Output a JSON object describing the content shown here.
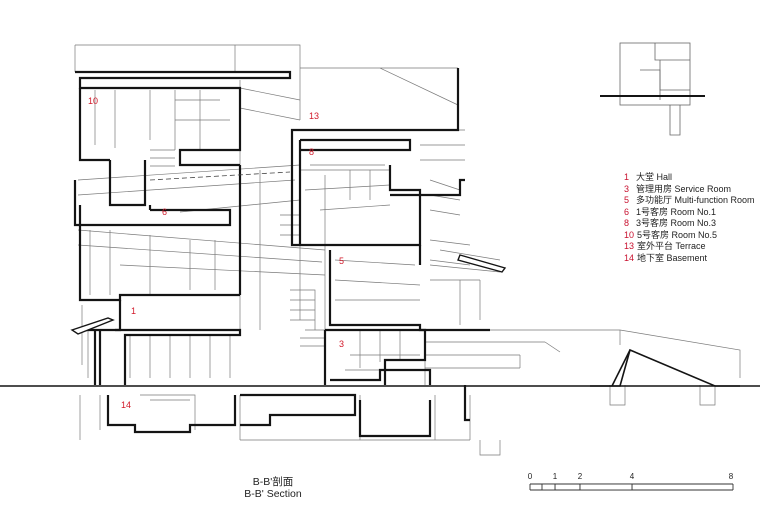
{
  "legend": [
    {
      "num": "1",
      "text": "大堂 Hall"
    },
    {
      "num": "3",
      "text": "管理用房 Service Room"
    },
    {
      "num": "5",
      "text": "多功能厅 Multi-function Room"
    },
    {
      "num": "6",
      "text": "1号客房 Room No.1"
    },
    {
      "num": "8",
      "text": "3号客房 Room No.3"
    },
    {
      "num": "10",
      "text": "5号客房 Room No.5"
    },
    {
      "num": "13",
      "text": "室外平台 Terrace"
    },
    {
      "num": "14",
      "text": "地下室 Basement"
    }
  ],
  "room_labels": {
    "r10": "10",
    "r13": "13",
    "r8": "8",
    "r6": "6",
    "r5": "5",
    "r1": "1",
    "r3": "3",
    "r14": "14"
  },
  "caption": {
    "cn": "B-B'剖面",
    "en": "B-B' Section"
  },
  "scale_bar": {
    "ticks": [
      "0",
      "1",
      "2",
      "4",
      "8"
    ]
  },
  "colors": {
    "line": "#1a1a1a",
    "thin": "#777777",
    "label": "#d21a2a"
  }
}
